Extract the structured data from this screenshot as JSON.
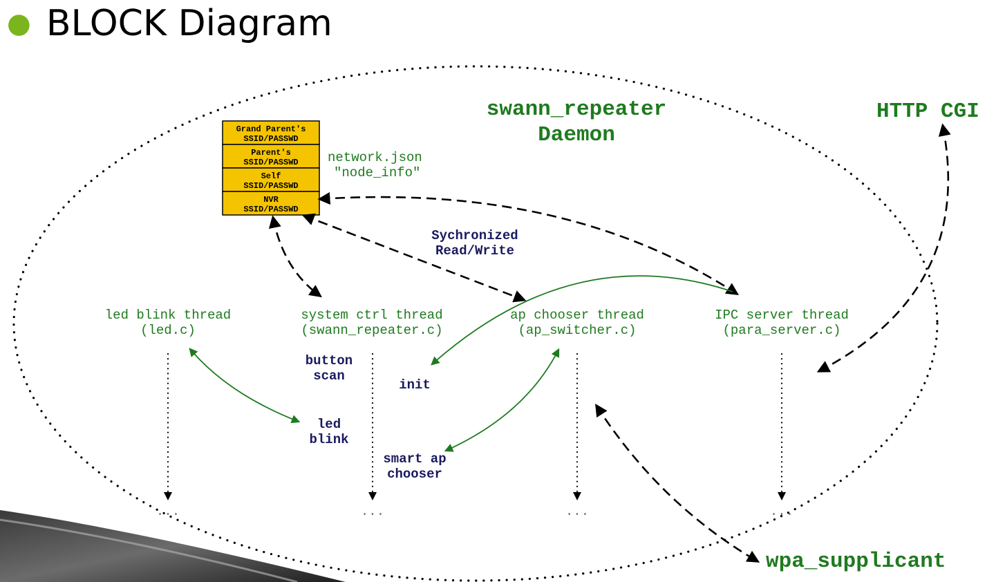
{
  "slide": {
    "title": "BLOCK Diagram"
  },
  "colors": {
    "bullet": "#7ab51d",
    "green_text": "#1f7a1f",
    "navy_text": "#1a1a5e",
    "box_fill": "#f5c400"
  },
  "diagram": {
    "daemon_title_1": "swann_repeater",
    "daemon_title_2": "Daemon",
    "http_cgi": "HTTP CGI",
    "wpa_supplicant": "wpa_supplicant",
    "network_json_1": "network.json",
    "network_json_2": "\"node_info\"",
    "sync_1": "Sychronized",
    "sync_2": "Read/Write",
    "stack_boxes": [
      {
        "line1": "Grand Parent's",
        "line2": "SSID/PASSWD"
      },
      {
        "line1": "Parent's",
        "line2": "SSID/PASSWD"
      },
      {
        "line1": "Self",
        "line2": "SSID/PASSWD"
      },
      {
        "line1": "NVR",
        "line2": "SSID/PASSWD"
      }
    ],
    "threads": {
      "led": {
        "name": "led blink thread",
        "file": "(led.c)"
      },
      "sysctrl": {
        "name": "system ctrl thread",
        "file": "(swann_repeater.c)"
      },
      "ap": {
        "name": "ap chooser thread",
        "file": "(ap_switcher.c)"
      },
      "ipc": {
        "name": "IPC server thread",
        "file": "(para_server.c)"
      }
    },
    "labels": {
      "button_1": "button",
      "button_2": "scan",
      "init": "init",
      "led_1": "led",
      "led_2": "blink",
      "smart_1": "smart ap",
      "smart_2": "chooser"
    },
    "ellipsis": "..."
  }
}
